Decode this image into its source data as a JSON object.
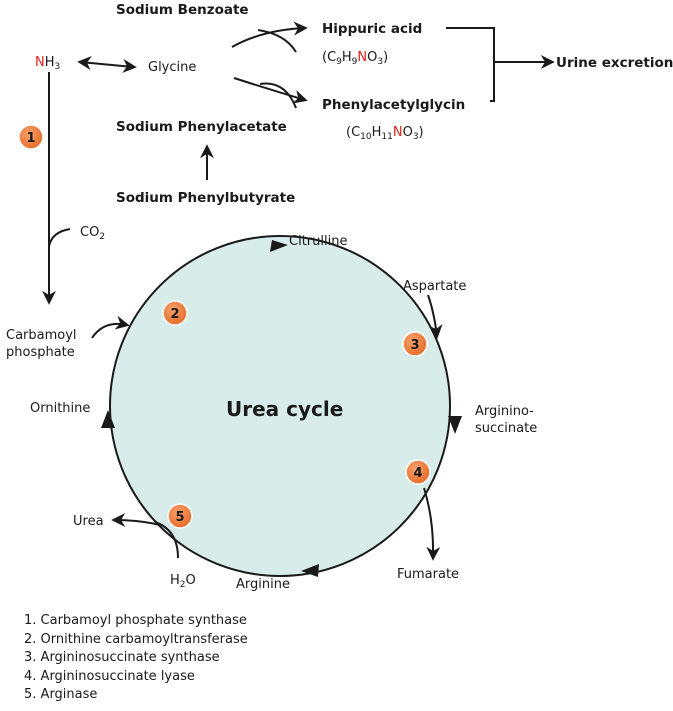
{
  "diagram": {
    "title": "Urea cycle",
    "ammonia": {
      "n": "N",
      "h": "H",
      "sub": "3"
    },
    "co2": {
      "main": "CO",
      "sub": "2"
    },
    "h2o": {
      "h": "H",
      "sub": "2",
      "o": "O"
    },
    "nodes": {
      "glycine": "Glycine",
      "sodium_benzoate": "Sodium Benzoate",
      "sodium_phenylacetate": "Sodium Phenylacetate",
      "sodium_phenylbutyrate": "Sodium Phenylbutyrate",
      "hippuric_acid": "Hippuric acid",
      "phenylacetylglycin": "Phenylacetylglycin",
      "urine_excretion": "Urine excretion",
      "citrulline": "Citrulline",
      "aspartate": "Aspartate",
      "argininosuccinate_line1": "Arginino-",
      "argininosuccinate_line2": "succinate",
      "fumarate": "Fumarate",
      "arginine": "Arginine",
      "urea": "Urea",
      "ornithine": "Ornithine",
      "carbamoyl_line1": "Carbamoyl",
      "carbamoyl_line2": "phosphate"
    },
    "formulas": {
      "hippuric": {
        "c": "C",
        "c_sub": "9",
        "h": "H",
        "h_sub": "9",
        "n": "N",
        "o": "O",
        "o_sub": "3"
      },
      "phenylacetyl": {
        "c": "C",
        "c_sub": "10",
        "h": "H",
        "h_sub": "11",
        "n": "N",
        "o": "O",
        "o_sub": "3"
      }
    },
    "badges": [
      "1",
      "2",
      "3",
      "4",
      "5"
    ],
    "colors": {
      "circle_fill": "#d8ece9",
      "badge_fill": "#ee7b3a",
      "badge_stroke": "#ffffff",
      "nitrogen_red": "#e2231a",
      "line": "#1a1a1a"
    }
  },
  "legend": [
    {
      "num": "1",
      "label": "Carbamoyl phosphate synthase"
    },
    {
      "num": "2",
      "label": "Ornithine carbamoyltransferase"
    },
    {
      "num": "3",
      "label": "Argininosuccinate synthase"
    },
    {
      "num": "4",
      "label": "Argininosuccinate lyase"
    },
    {
      "num": "5",
      "label": "Arginase"
    }
  ]
}
